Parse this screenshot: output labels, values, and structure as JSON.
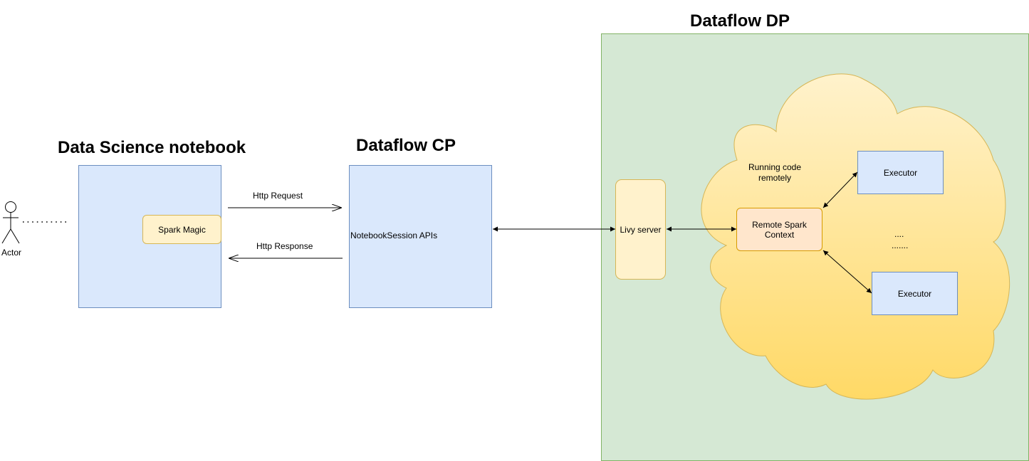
{
  "headings": {
    "notebook": "Data Science notebook",
    "cp": "Dataflow CP",
    "dp": "Dataflow DP"
  },
  "actor": {
    "label": "Actor"
  },
  "nodes": {
    "spark_magic": "Spark Magic",
    "notebook_session_apis": "NotebookSession APIs",
    "livy_server": "Livy server",
    "running_code_line1": "Running code",
    "running_code_line2": "remotely",
    "remote_spark_line1": "Remote Spark",
    "remote_spark_line2": "Context",
    "executor_top": "Executor",
    "executor_bottom": "Executor",
    "ellipsis_short": "....",
    "ellipsis_long": "......."
  },
  "edges": {
    "http_request": "Http Request",
    "http_response": "Http Response"
  },
  "colors": {
    "blue_fill": "#dae8fc",
    "blue_stroke": "#6c8ebf",
    "green_fill": "#d5e8d4",
    "green_stroke": "#82b366",
    "yellow_fill": "#fff2cc",
    "yellow_stroke": "#d6b656",
    "orange_fill": "#ffe6cc",
    "orange_stroke": "#d79b00",
    "cloud_top": "#fff2cc",
    "cloud_bottom": "#ffd966"
  }
}
